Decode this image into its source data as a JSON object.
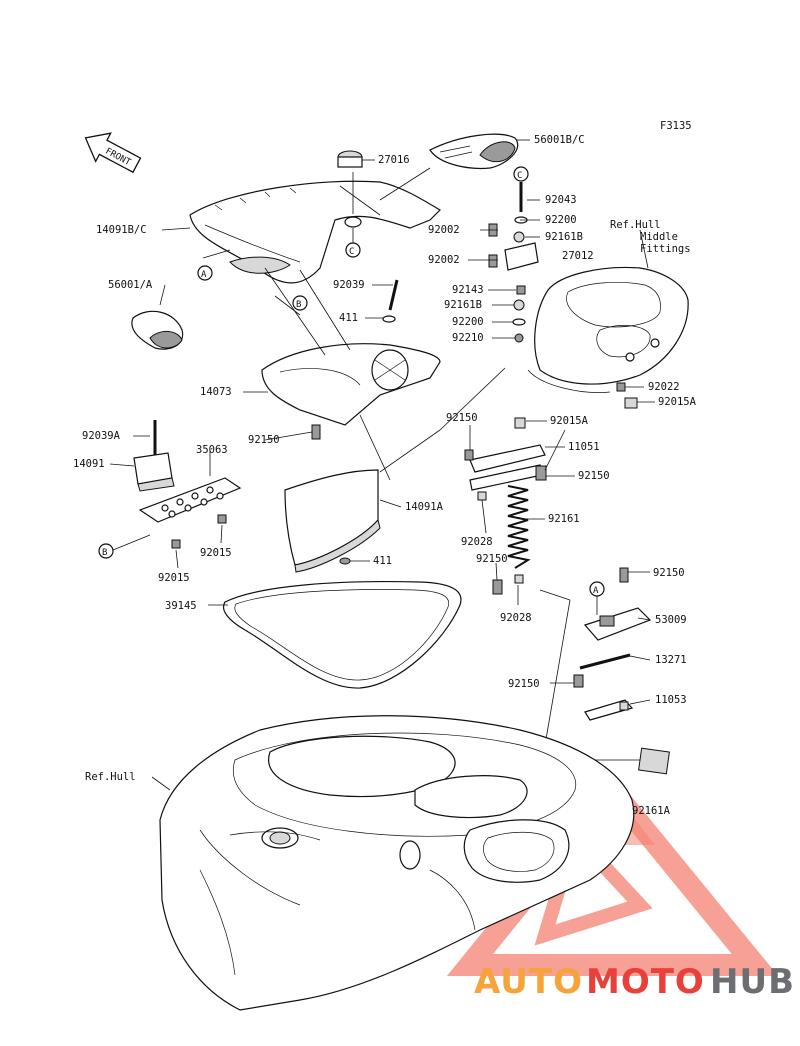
{
  "diagram_code": "F3135",
  "front_label": "FRONT",
  "callouts": {
    "a": "A",
    "b": "B",
    "c": "C"
  },
  "parts": {
    "p56001bc": "56001B/C",
    "p27016": "27016",
    "p14091bc": "14091B/C",
    "p92043": "92043",
    "p92200a": "92200",
    "p92002a": "92002",
    "p92161ba": "92161B",
    "p92002b": "92002",
    "p27012": "27012",
    "p56001a": "56001/A",
    "p92039": "92039",
    "p92143": "92143",
    "p92161bb": "92161B",
    "p411a": "411",
    "p92200b": "92200",
    "p92210": "92210",
    "p14073": "14073",
    "p92022": "92022",
    "p92015aa": "92015A",
    "p92150a": "92150",
    "p92015ab": "92015A",
    "p11051": "11051",
    "p92039a": "92039A",
    "p35063": "35063",
    "p92150b": "92150",
    "p14091": "14091",
    "p92150c": "92150",
    "p14091a": "14091A",
    "p92161": "92161",
    "p92028a": "92028",
    "p92015a": "92015",
    "p411b": "411",
    "p92150d": "92150",
    "p92015b": "92015",
    "p92028b": "92028",
    "p92150e": "92150",
    "p39145": "39145",
    "p53009": "53009",
    "p13271": "13271",
    "p92150f": "92150",
    "p11053": "11053",
    "p92161a": "92161A"
  },
  "ref_hull_middle": [
    "Ref.Hull",
    "Middle",
    "Fittings"
  ],
  "ref_hull": "Ref.Hull",
  "watermark": {
    "part1": "AUTO",
    "part2": "MOTO",
    "part3": "HUB",
    "color_orange": "#f5a33a",
    "color_red": "#e8413c",
    "color_gray": "#6d6e71"
  }
}
